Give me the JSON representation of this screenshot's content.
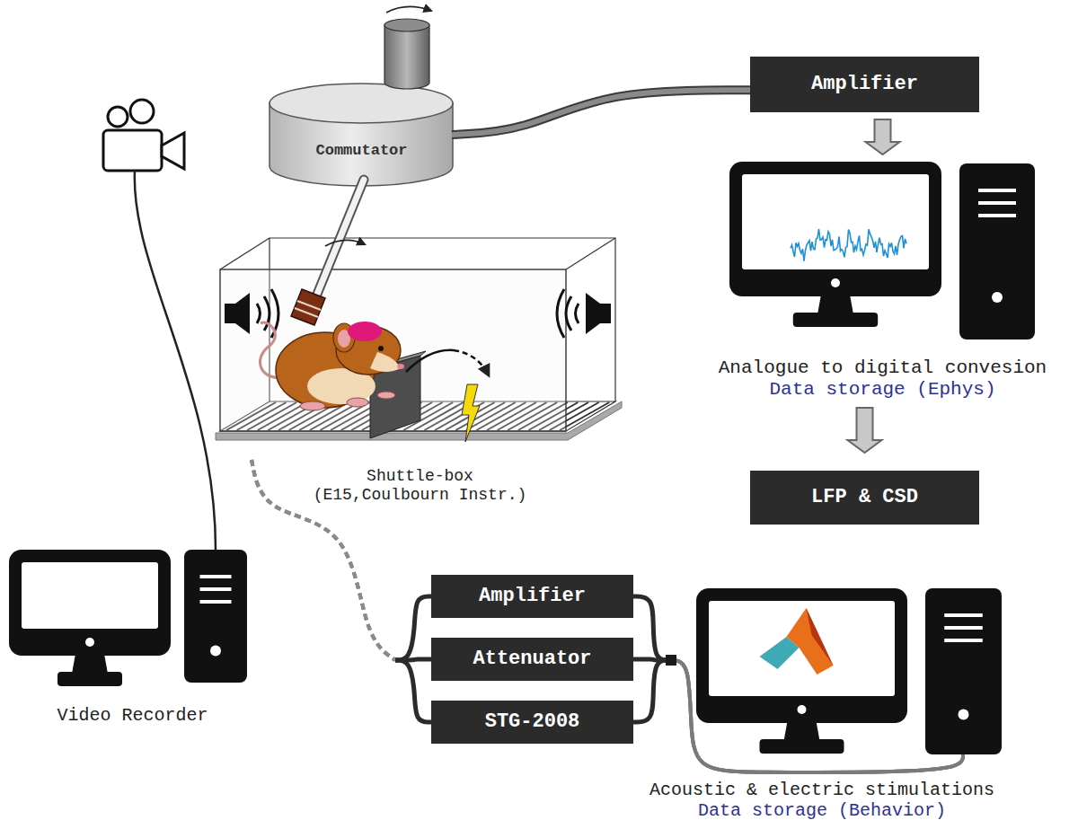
{
  "diagram": {
    "nodes": [
      {
        "text": [
          "Commutator"
        ]
      },
      {
        "text": [
          "Amplifier"
        ]
      },
      {
        "text": [
          "Analogue to digital convesion",
          "Data storage (Ephys)"
        ]
      },
      {
        "text": [
          "LFP & CSD"
        ]
      },
      {
        "text": [
          "Shuttle-box (E15,Coulbourn Instr.)"
        ]
      },
      {
        "text": [
          "Video Recorder"
        ]
      },
      {
        "text": [
          "Amplifier"
        ]
      },
      {
        "text": [
          "Attenuator"
        ]
      },
      {
        "text": [
          "STG-2008"
        ]
      },
      {
        "text": [
          "Acoustic & electric stimulations",
          "Data storage (Behavior)"
        ]
      }
    ],
    "edges": [
      {
        "from": 0,
        "to": 1,
        "arrow": "none"
      },
      {
        "from": 1,
        "to": 2,
        "arrow": "to"
      },
      {
        "from": 2,
        "to": 3,
        "arrow": "to"
      },
      {
        "from": 4,
        "to": 6,
        "arrow": "none"
      },
      {
        "from": 4,
        "to": 7,
        "arrow": "none"
      },
      {
        "from": 4,
        "to": 8,
        "arrow": "none"
      },
      {
        "from": 6,
        "to": 9,
        "arrow": "none"
      },
      {
        "from": 7,
        "to": 9,
        "arrow": "none"
      },
      {
        "from": 8,
        "to": 9,
        "arrow": "none"
      }
    ]
  }
}
